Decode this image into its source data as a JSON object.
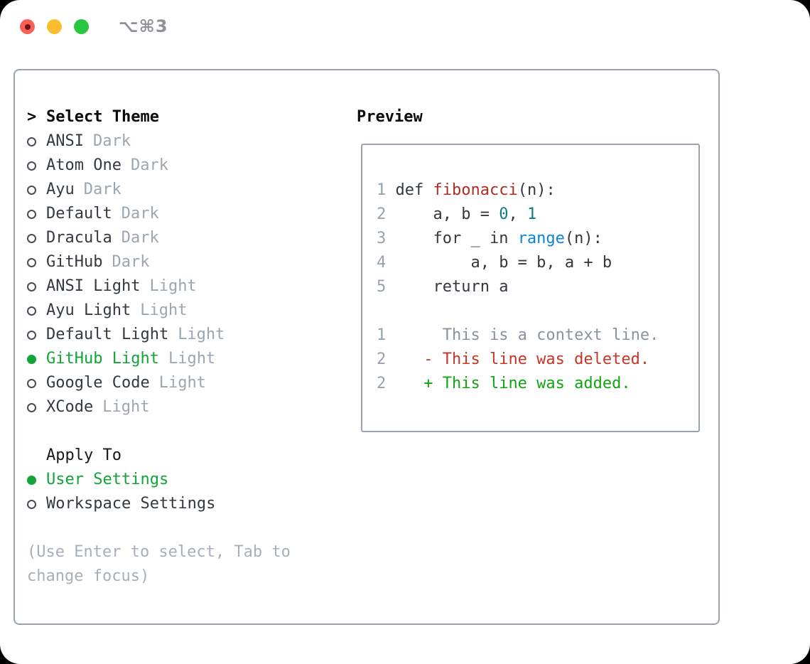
{
  "titlebar": {
    "title": "⌥⌘3",
    "buttons": [
      {
        "name": "close",
        "color": "#f95f57"
      },
      {
        "name": "minimize",
        "color": "#fdbc2e"
      },
      {
        "name": "zoom",
        "color": "#29c73f"
      }
    ]
  },
  "theme_panel": {
    "header": {
      "prefix": ">",
      "label": "Select Theme"
    },
    "themes": [
      {
        "name": "ANSI",
        "tag": "Dark",
        "selected": false
      },
      {
        "name": "Atom One",
        "tag": "Dark",
        "selected": false
      },
      {
        "name": "Ayu",
        "tag": "Dark",
        "selected": false
      },
      {
        "name": "Default",
        "tag": "Dark",
        "selected": false
      },
      {
        "name": "Dracula",
        "tag": "Dark",
        "selected": false
      },
      {
        "name": "GitHub",
        "tag": "Dark",
        "selected": false
      },
      {
        "name": "ANSI Light",
        "tag": "Light",
        "selected": false
      },
      {
        "name": "Ayu Light",
        "tag": "Light",
        "selected": false
      },
      {
        "name": "Default Light",
        "tag": "Light",
        "selected": false
      },
      {
        "name": "GitHub Light",
        "tag": "Light",
        "selected": true
      },
      {
        "name": "Google Code",
        "tag": "Light",
        "selected": false
      },
      {
        "name": "XCode",
        "tag": "Light",
        "selected": false
      }
    ],
    "apply_to": {
      "label": "Apply To",
      "options": [
        {
          "name": "User Settings",
          "selected": true
        },
        {
          "name": "Workspace Settings",
          "selected": false
        }
      ]
    },
    "hint": "(Use Enter to select, Tab to change focus)"
  },
  "preview": {
    "label": "Preview",
    "code_lines": [
      {
        "ln": "1",
        "segments": [
          {
            "t": "def ",
            "c": "plain"
          },
          {
            "t": "fibonacci",
            "c": "func"
          },
          {
            "t": "(n):",
            "c": "plain"
          }
        ]
      },
      {
        "ln": "2",
        "segments": [
          {
            "t": "    a, b = ",
            "c": "plain"
          },
          {
            "t": "0",
            "c": "num"
          },
          {
            "t": ", ",
            "c": "plain"
          },
          {
            "t": "1",
            "c": "num"
          }
        ]
      },
      {
        "ln": "3",
        "segments": [
          {
            "t": "    for _ in ",
            "c": "plain"
          },
          {
            "t": "range",
            "c": "builtin"
          },
          {
            "t": "(n):",
            "c": "plain"
          }
        ]
      },
      {
        "ln": "4",
        "segments": [
          {
            "t": "        a, b = b, a + b",
            "c": "plain"
          }
        ]
      },
      {
        "ln": "5",
        "segments": [
          {
            "t": "    return a",
            "c": "plain"
          }
        ]
      },
      {
        "blank": true
      },
      {
        "ln": "1",
        "segments": [
          {
            "t": "     This is a context line.",
            "c": "ctx"
          }
        ]
      },
      {
        "ln": "2",
        "segments": [
          {
            "t": "   - This line was deleted.",
            "c": "del"
          }
        ]
      },
      {
        "ln": "2",
        "segments": [
          {
            "t": "   + This line was added.",
            "c": "add"
          }
        ]
      }
    ]
  },
  "colors": {
    "selected_green": "#13a438",
    "added_green": "#10a512",
    "deleted_red": "#c93426",
    "function_red": "#b02b20",
    "number_teal": "#0d7d84",
    "builtin_blue": "#0a86d4",
    "muted_gray": "#9ca6b0",
    "border_gray": "#9aa2ab"
  }
}
